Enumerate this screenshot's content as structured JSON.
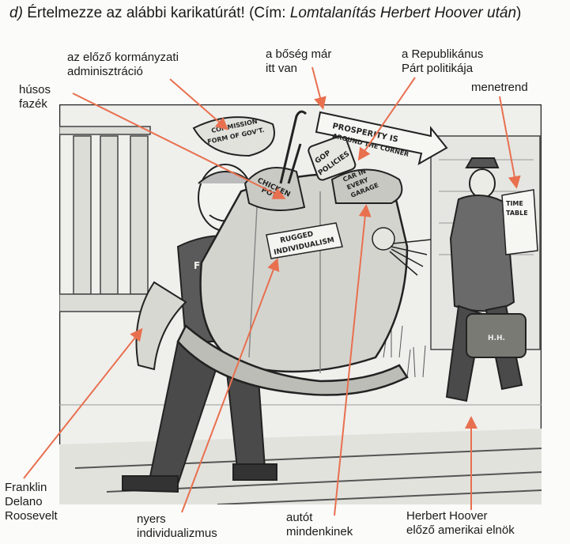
{
  "heading": {
    "letter": "d)",
    "task": "Értelmezze az alábbi karikatúrát!",
    "cim_open": "(Cím: ",
    "cim_title": "Lomtalanítás Herbert Hoover után",
    "cim_close": ")"
  },
  "labels": {
    "administration": "az előző kormányzati\nadminisztráció",
    "prosperity": "a bőség már\nitt van",
    "republican": "a Republikánus\nPárt politikája",
    "timetable": "menetrend",
    "pot": "húsos\nfazék",
    "fdr": "Franklin\nDelano\nRoosevelt",
    "individualism": "nyers\nindividualizmus",
    "car": "autót\nmindenkinek",
    "hoover": "Herbert Hoover\nelőző amerikai elnök"
  },
  "cartoon": {
    "sign_prosperity": "PROSPERITY IS",
    "sign_corner": "AROUND THE CORNER",
    "commission": "COMMISSION",
    "form_of_govt": "FORM OF GOV'T.",
    "gop": "GOP",
    "policies": "POLICIES",
    "chicken": "CHICKEN",
    "pot": "POT",
    "car_in": "CAR IN",
    "every": "EVERY",
    "garage": "GARAGE",
    "rugged": "RUGGED",
    "individualism": "INDIVIDUALISM",
    "fdr": "FDR",
    "time": "TIME",
    "table": "TABLE",
    "initials": "H.H."
  },
  "colors": {
    "arrow": "#e8704f",
    "ink": "#222222",
    "paper": "#fbfbf9"
  }
}
